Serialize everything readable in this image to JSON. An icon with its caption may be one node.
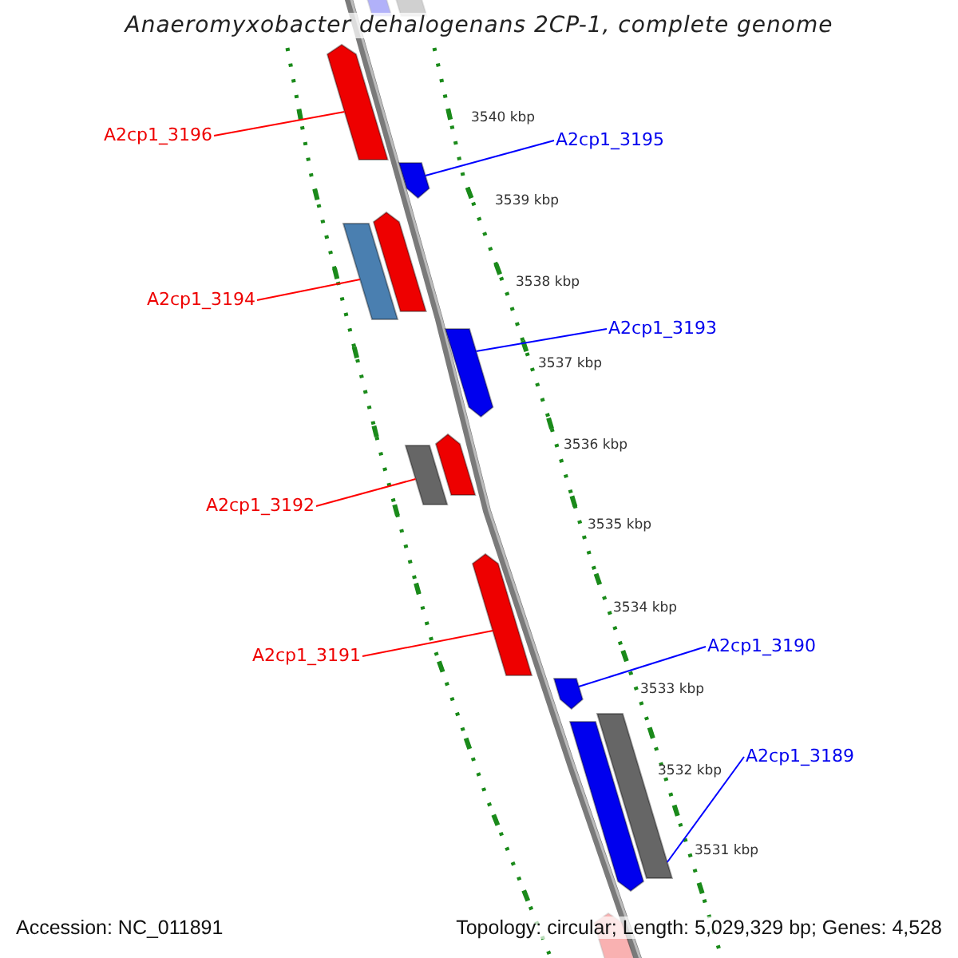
{
  "diagram": {
    "title": "Anaeromyxobacter dehalogenans 2CP-1, complete genome",
    "nodes": [
      {
        "text": [
          "A2cp1_3196"
        ]
      },
      {
        "text": [
          "A2cp1_3195"
        ]
      },
      {
        "text": [
          "A2cp1_3194"
        ]
      },
      {
        "text": [
          "A2cp1_3193"
        ]
      },
      {
        "text": [
          "A2cp1_3192"
        ]
      },
      {
        "text": [
          "A2cp1_3191"
        ]
      },
      {
        "text": [
          "A2cp1_3190"
        ]
      },
      {
        "text": [
          "A2cp1_3189"
        ]
      },
      {
        "text": [],
        "shape": "bar"
      },
      {
        "text": [],
        "shape": "bar"
      },
      {
        "text": [],
        "shape": "bar"
      },
      {
        "text": [],
        "shape": "bar"
      },
      {
        "text": [],
        "shape": "bar"
      },
      {
        "text": [],
        "shape": "bar"
      },
      {
        "text": [],
        "shape": "bar"
      },
      {
        "text": [],
        "shape": "bar"
      },
      {
        "text": [],
        "shape": "bar"
      },
      {
        "text": [],
        "shape": "bar"
      },
      {
        "text": [],
        "shape": "bar"
      },
      {
        "text": [],
        "shape": "bar"
      },
      {
        "text": [],
        "shape": "bar"
      },
      {
        "text": [],
        "shape": "bar"
      }
    ],
    "edges": [
      {
        "from": 0,
        "to": 10,
        "arrow": "none",
        "color": "#ff0000"
      },
      {
        "from": 1,
        "to": 11,
        "arrow": "none",
        "color": "#0000ff"
      },
      {
        "from": 2,
        "to": 12,
        "arrow": "none",
        "color": "#ff0000"
      },
      {
        "from": 3,
        "to": 14,
        "arrow": "none",
        "color": "#0000ff"
      },
      {
        "from": 4,
        "to": 15,
        "arrow": "none",
        "color": "#ff0000"
      },
      {
        "from": 5,
        "to": 17,
        "arrow": "none",
        "color": "#ff0000"
      },
      {
        "from": 6,
        "to": 18,
        "arrow": "none",
        "color": "#0000ff"
      },
      {
        "from": 7,
        "to": 20,
        "arrow": "none",
        "color": "#0000ff"
      }
    ],
    "labels": [
      "3540 kbp",
      "3539 kbp",
      "3538 kbp",
      "3537 kbp",
      "3536 kbp",
      "3535 kbp",
      "3534 kbp",
      "3533 kbp",
      "3532 kbp",
      "3531 kbp",
      "Accession: NC_011891",
      "Topology: circular; Length: 5,029,329 bp; Genes: 4,528"
    ]
  }
}
